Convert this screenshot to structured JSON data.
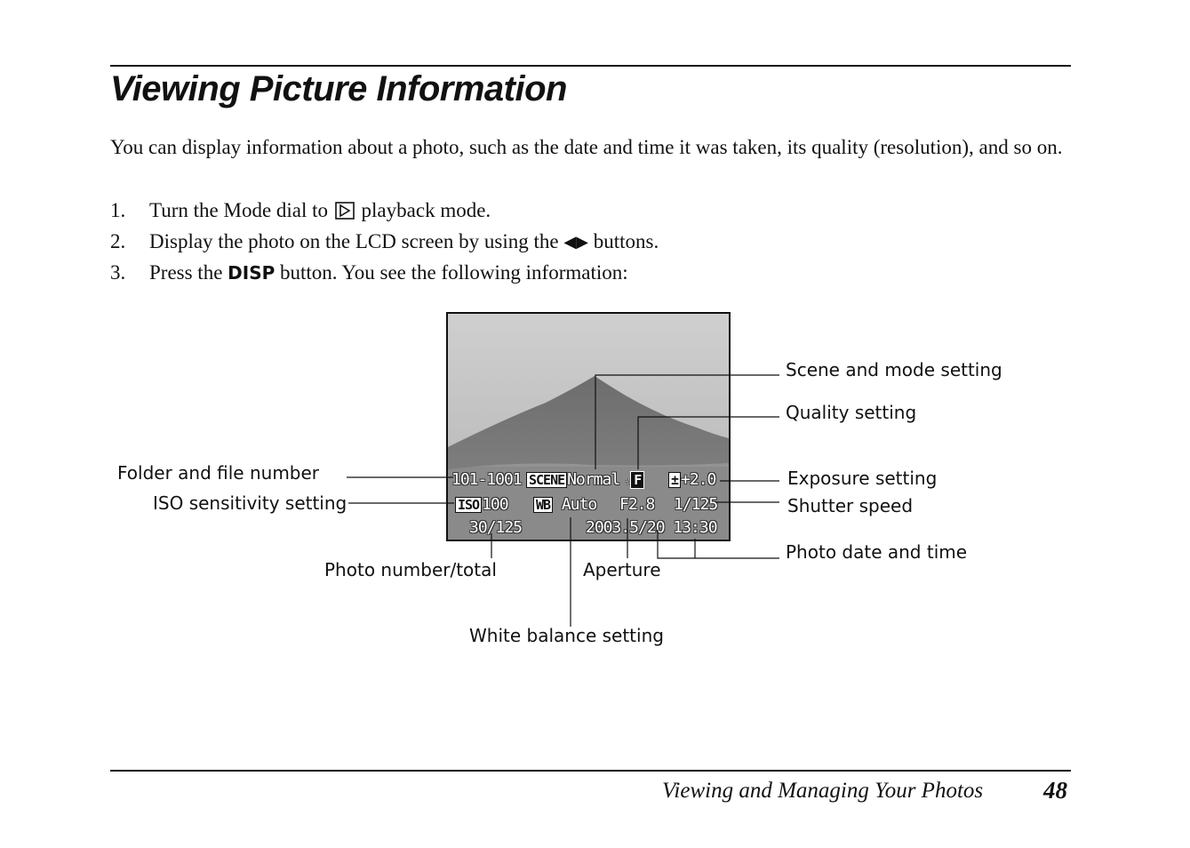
{
  "title": "Viewing Picture Information",
  "intro": "You can display information about a photo, such as the date and time it was taken, its quality (resolution), and so on.",
  "steps": [
    {
      "num": "1.",
      "before": "Turn the Mode dial to",
      "after": "playback mode.",
      "icon": "playback-icon"
    },
    {
      "num": "2.",
      "before": "Display the photo on the LCD screen by using the",
      "after": "buttons.",
      "icon": "left-right-arrow-icons"
    },
    {
      "num": "3.",
      "before": "Press the",
      "button": "DISP",
      "after": "button. You see the following information:"
    }
  ],
  "lcd": {
    "folder_file": "101-1001",
    "scene_badge": "SCENE",
    "mode": "Normal",
    "quality_badge": "F",
    "exposure": "+2.0",
    "iso_badge": "ISO",
    "iso": "100",
    "wb_badge": "WB",
    "wb": "Auto",
    "aperture": "F2.8",
    "shutter": "1/125",
    "photo_count": "30/125",
    "datetime": "2003.5/20 13:30"
  },
  "callouts": {
    "scene_mode": "Scene and mode setting",
    "quality": "Quality setting",
    "folder_file": "Folder and file number",
    "exposure": "Exposure setting",
    "iso": "ISO sensitivity setting",
    "shutter": "Shutter speed",
    "photo_count": "Photo number/total",
    "aperture": "Aperture",
    "datetime": "Photo date and time",
    "white_balance": "White balance setting"
  },
  "footer": {
    "section": "Viewing and Managing Your Photos",
    "page": "48"
  }
}
